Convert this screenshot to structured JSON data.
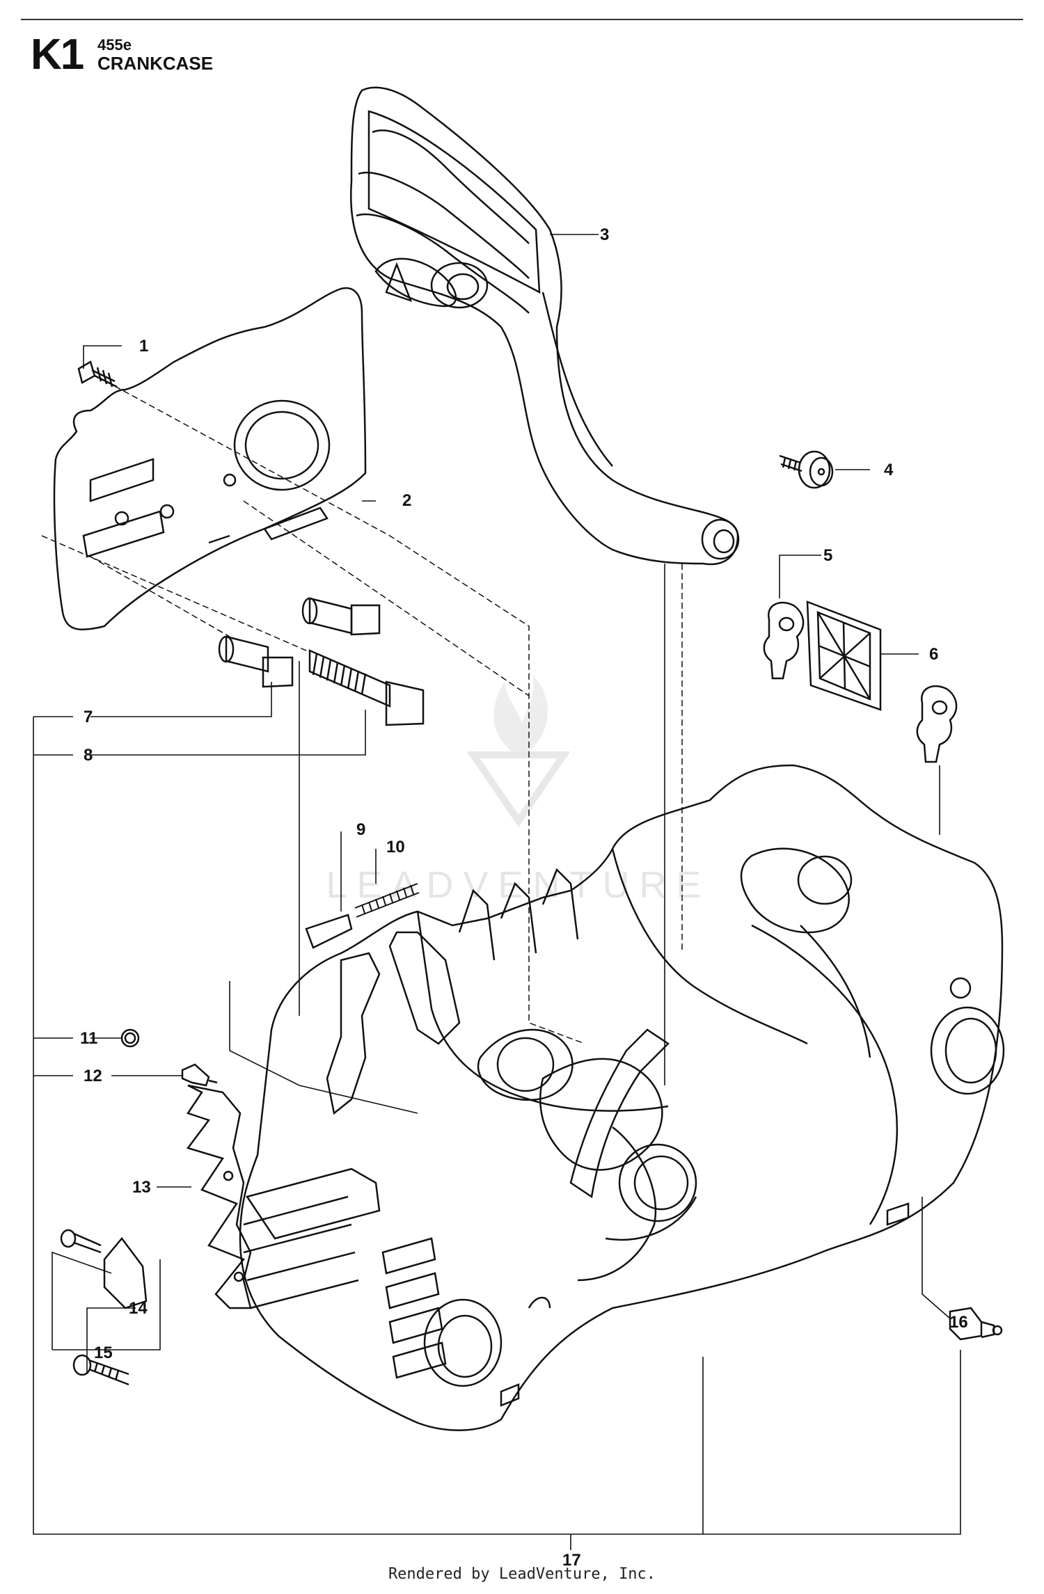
{
  "header": {
    "code": "K1",
    "model": "455e",
    "title": "CRANKCASE"
  },
  "watermark": "LEADVENTURE",
  "footer": "Rendered by LeadVenture, Inc.",
  "callouts": [
    "1",
    "2",
    "3",
    "4",
    "5",
    "6",
    "7",
    "8",
    "9",
    "10",
    "11",
    "12",
    "13",
    "14",
    "15",
    "16",
    "17"
  ]
}
